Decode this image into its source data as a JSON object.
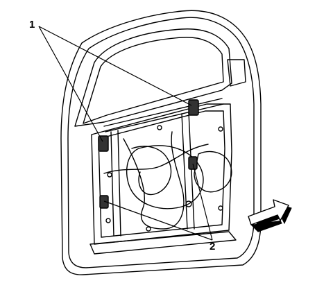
{
  "diagram": {
    "callouts": [
      {
        "id": "1",
        "label": "1"
      },
      {
        "id": "2",
        "label": "2"
      }
    ],
    "colors": {
      "line": "#000000",
      "background": "#ffffff",
      "arrow_fill": "#000000"
    },
    "icons": [
      "direction-arrow-icon"
    ]
  }
}
